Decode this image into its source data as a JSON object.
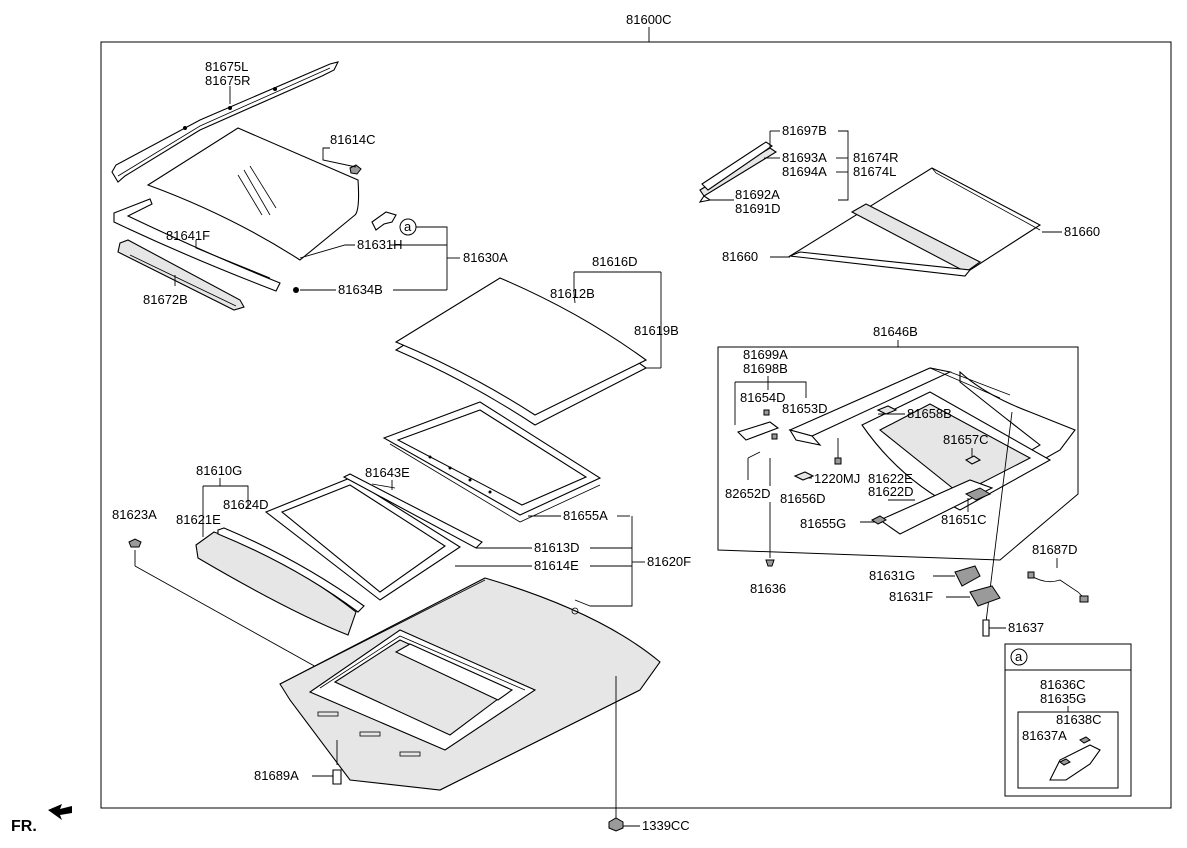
{
  "labels": {
    "assembly_main": "81600C",
    "rail_l": "81675L",
    "rail_r": "81675R",
    "clip_c": "81614C",
    "glass_h": "81631H",
    "glass_a": "81630A",
    "bolt_b": "81634B",
    "seal_f": "81641F",
    "deflector_b": "81672B",
    "shade_d": "81616D",
    "shade_b": "81612B",
    "shade_b2": "81619B",
    "frame_a": "81655A",
    "seal_e": "81643E",
    "trim_g": "81610G",
    "trim_d": "81624D",
    "trim_e": "81621E",
    "bolt_a": "81623A",
    "seal_d": "81613D",
    "seal_e2": "81614E",
    "seal_f2": "81620F",
    "plug_a": "81689A",
    "nut_cc": "1339CC",
    "drain_b": "81697B",
    "drain_a": "81693A",
    "drain_a2": "81694A",
    "cover_r": "81674R",
    "cover_l": "81674L",
    "drain_a3": "81692A",
    "drain_d": "81691D",
    "roller_l": "81660",
    "roller_r": "81660",
    "mech_b": "81646B",
    "link_a": "81699A",
    "link_b": "81698B",
    "guide_d": "81654D",
    "guide_d2": "81653D",
    "bracket_b": "81658B",
    "bracket_c": "81657C",
    "screw_mj": "1220MJ",
    "cable_e": "81622E",
    "cable_d": "81622D",
    "pin_d": "82652D",
    "pad_d": "81656D",
    "stop_g": "81655G",
    "motor_c": "81651C",
    "screw_636": "81636",
    "motor_g": "81631G",
    "motor_f": "81631F",
    "harness_d": "81687D",
    "screw_637": "81637",
    "inset_a": "a",
    "inset_c": "81636C",
    "inset_g": "81635G",
    "inset_c2": "81638C",
    "inset_a2": "81637A",
    "callout_a": "a",
    "front_indicator": "FR."
  }
}
